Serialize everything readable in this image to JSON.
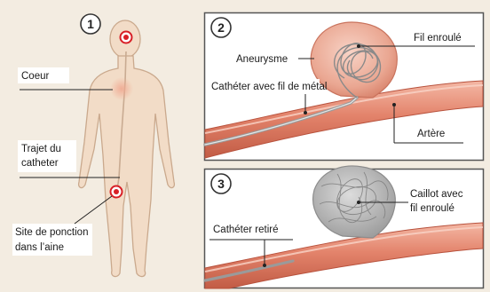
{
  "panels": [
    {
      "number": "1",
      "labels": {
        "heart": "Coeur",
        "path_line1": "Trajet du",
        "path_line2": "catheter",
        "site_line1": "Site de ponction",
        "site_line2": "dans l’aine"
      }
    },
    {
      "number": "2",
      "labels": {
        "aneurysm": "Aneurysme",
        "coiled_wire": "Fil enroulé",
        "catheter_wire": "Cathéter avec fil de métal",
        "artery": "Artère"
      }
    },
    {
      "number": "3",
      "labels": {
        "clot_line1": "Caillot avec",
        "clot_line2": "fil enroulé",
        "catheter_removed": "Cathéter retiré"
      }
    }
  ],
  "colors": {
    "background": "#f3ece1",
    "skin": "#f2dcc7",
    "skin_outline": "#caa98d",
    "artery": "#e3836b",
    "artery_dark": "#b8523d",
    "aneurysm": "#e9a896",
    "clot": "#b9b9b9",
    "marker": "#d81f26",
    "panel_border": "#555555"
  }
}
